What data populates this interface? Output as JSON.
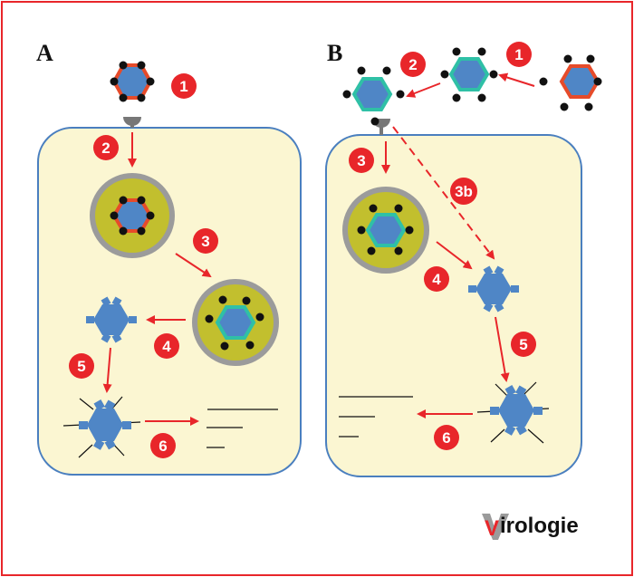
{
  "panels": [
    {
      "label": "A"
    },
    {
      "label": "B"
    }
  ],
  "steps_a": [
    "1",
    "2",
    "3",
    "4",
    "5",
    "6"
  ],
  "steps_b": [
    "1",
    "2",
    "3",
    "3b",
    "4",
    "5",
    "6"
  ],
  "logo": {
    "initial": "V",
    "text": "irologie"
  },
  "colors": {
    "frame": "#e8262a",
    "cell_fill": "#fbf6d2",
    "cell_border": "#4a7fbf",
    "capsid": "#4f86c6",
    "envelope_red": "#e64b2a",
    "envelope_green": "#2fc0a6",
    "endosome_outer": "#9b9b9b",
    "endosome_inner": "#c2bf2e",
    "arrow": "#e8262a",
    "badge": "#e8262a",
    "receptor": "#666666"
  }
}
